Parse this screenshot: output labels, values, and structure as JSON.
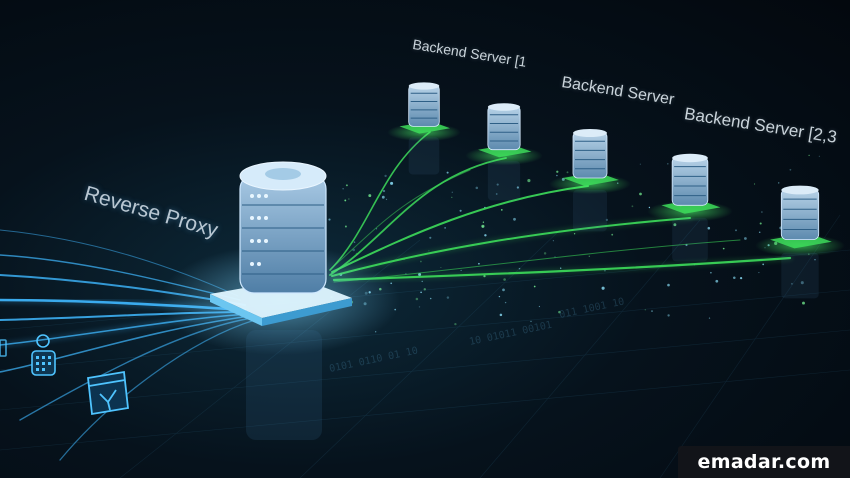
{
  "diagram": {
    "proxy_label": "Reverse Proxy",
    "backend_labels": [
      "Backend Server [1",
      "Backend Server",
      "Backend Server [2,3"
    ],
    "backend_count": 5
  },
  "watermark": "emadar.com",
  "colors": {
    "background": "#06121c",
    "client_flow": "#3fb8ff",
    "backend_flow": "#3ddc5a",
    "proxy_glow": "#6fd0ff",
    "server_body": "#8fb8d8"
  },
  "icons": [
    "user-icon",
    "browser-icon"
  ]
}
